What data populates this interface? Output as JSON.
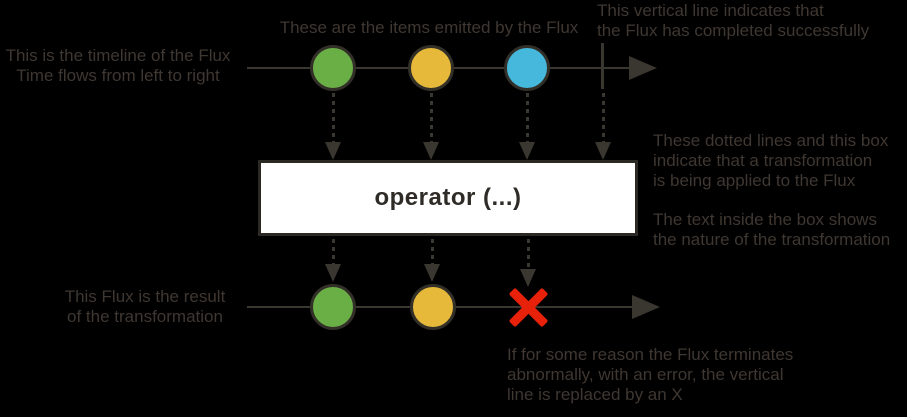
{
  "colors": {
    "background": "#000000",
    "annotation_text": "#3f3731",
    "stroke": "#3a3630",
    "marble_border": "#322e28",
    "marble_green": "#6aae46",
    "marble_yellow": "#e6b93a",
    "marble_blue": "#45b8dc",
    "error_red": "#e8220a",
    "operator_box_bg": "#ffffff",
    "operator_box_border": "#2c2924",
    "operator_text_color": "#2f2c28"
  },
  "operator_box": {
    "label": "operator (...)"
  },
  "top_stream": {
    "marbles": [
      {
        "name": "green",
        "color": "#6aae46"
      },
      {
        "name": "yellow",
        "color": "#e6b93a"
      },
      {
        "name": "blue",
        "color": "#45b8dc"
      }
    ],
    "terminal": "complete-vertical-line"
  },
  "bottom_stream": {
    "marbles": [
      {
        "name": "green",
        "color": "#6aae46"
      },
      {
        "name": "yellow",
        "color": "#e6b93a"
      }
    ],
    "terminal": "error-x"
  },
  "annotations": {
    "timeline": {
      "line1": "This is the timeline of the Flux",
      "line2": "Time flows from left to right"
    },
    "items": {
      "line1": "These are the items emitted by the Flux"
    },
    "completion": {
      "line1": "This vertical line indicates that",
      "line2": "the Flux has completed successfully"
    },
    "transformation": {
      "line1": "These dotted lines and this box",
      "line2": "indicate that a transformation",
      "line3": "is being applied to the Flux"
    },
    "box_text": {
      "line1": "The text inside the box shows",
      "line2": "the nature of the transformation"
    },
    "result": {
      "line1": "This Flux is the result",
      "line2": "of the transformation"
    },
    "error": {
      "line1": "If for some reason the Flux terminates",
      "line2": "abnormally, with an error, the vertical",
      "line3": "line is replaced by an X"
    }
  }
}
